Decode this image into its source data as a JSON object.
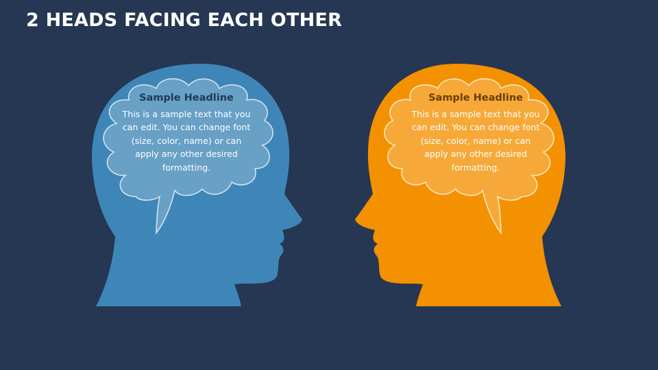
{
  "title": "2 HEADS FACING EACH OTHER",
  "colors": {
    "background": "#253752",
    "left_head": "#3E86B7",
    "right_head": "#F49100",
    "left_headline": "#1E3B55",
    "right_headline": "#6B3D05",
    "text": "#FFFFFF"
  },
  "heads": [
    {
      "facing": "right",
      "headline": "Sample Headline",
      "body": "This is a sample text that you can edit. You can change font (size, color, name) or can apply any other desired formatting."
    },
    {
      "facing": "left",
      "headline": "Sample Headline",
      "body": "This is a sample text that you can edit. You can change font (size, color, name) or can apply any other desired formatting."
    }
  ]
}
